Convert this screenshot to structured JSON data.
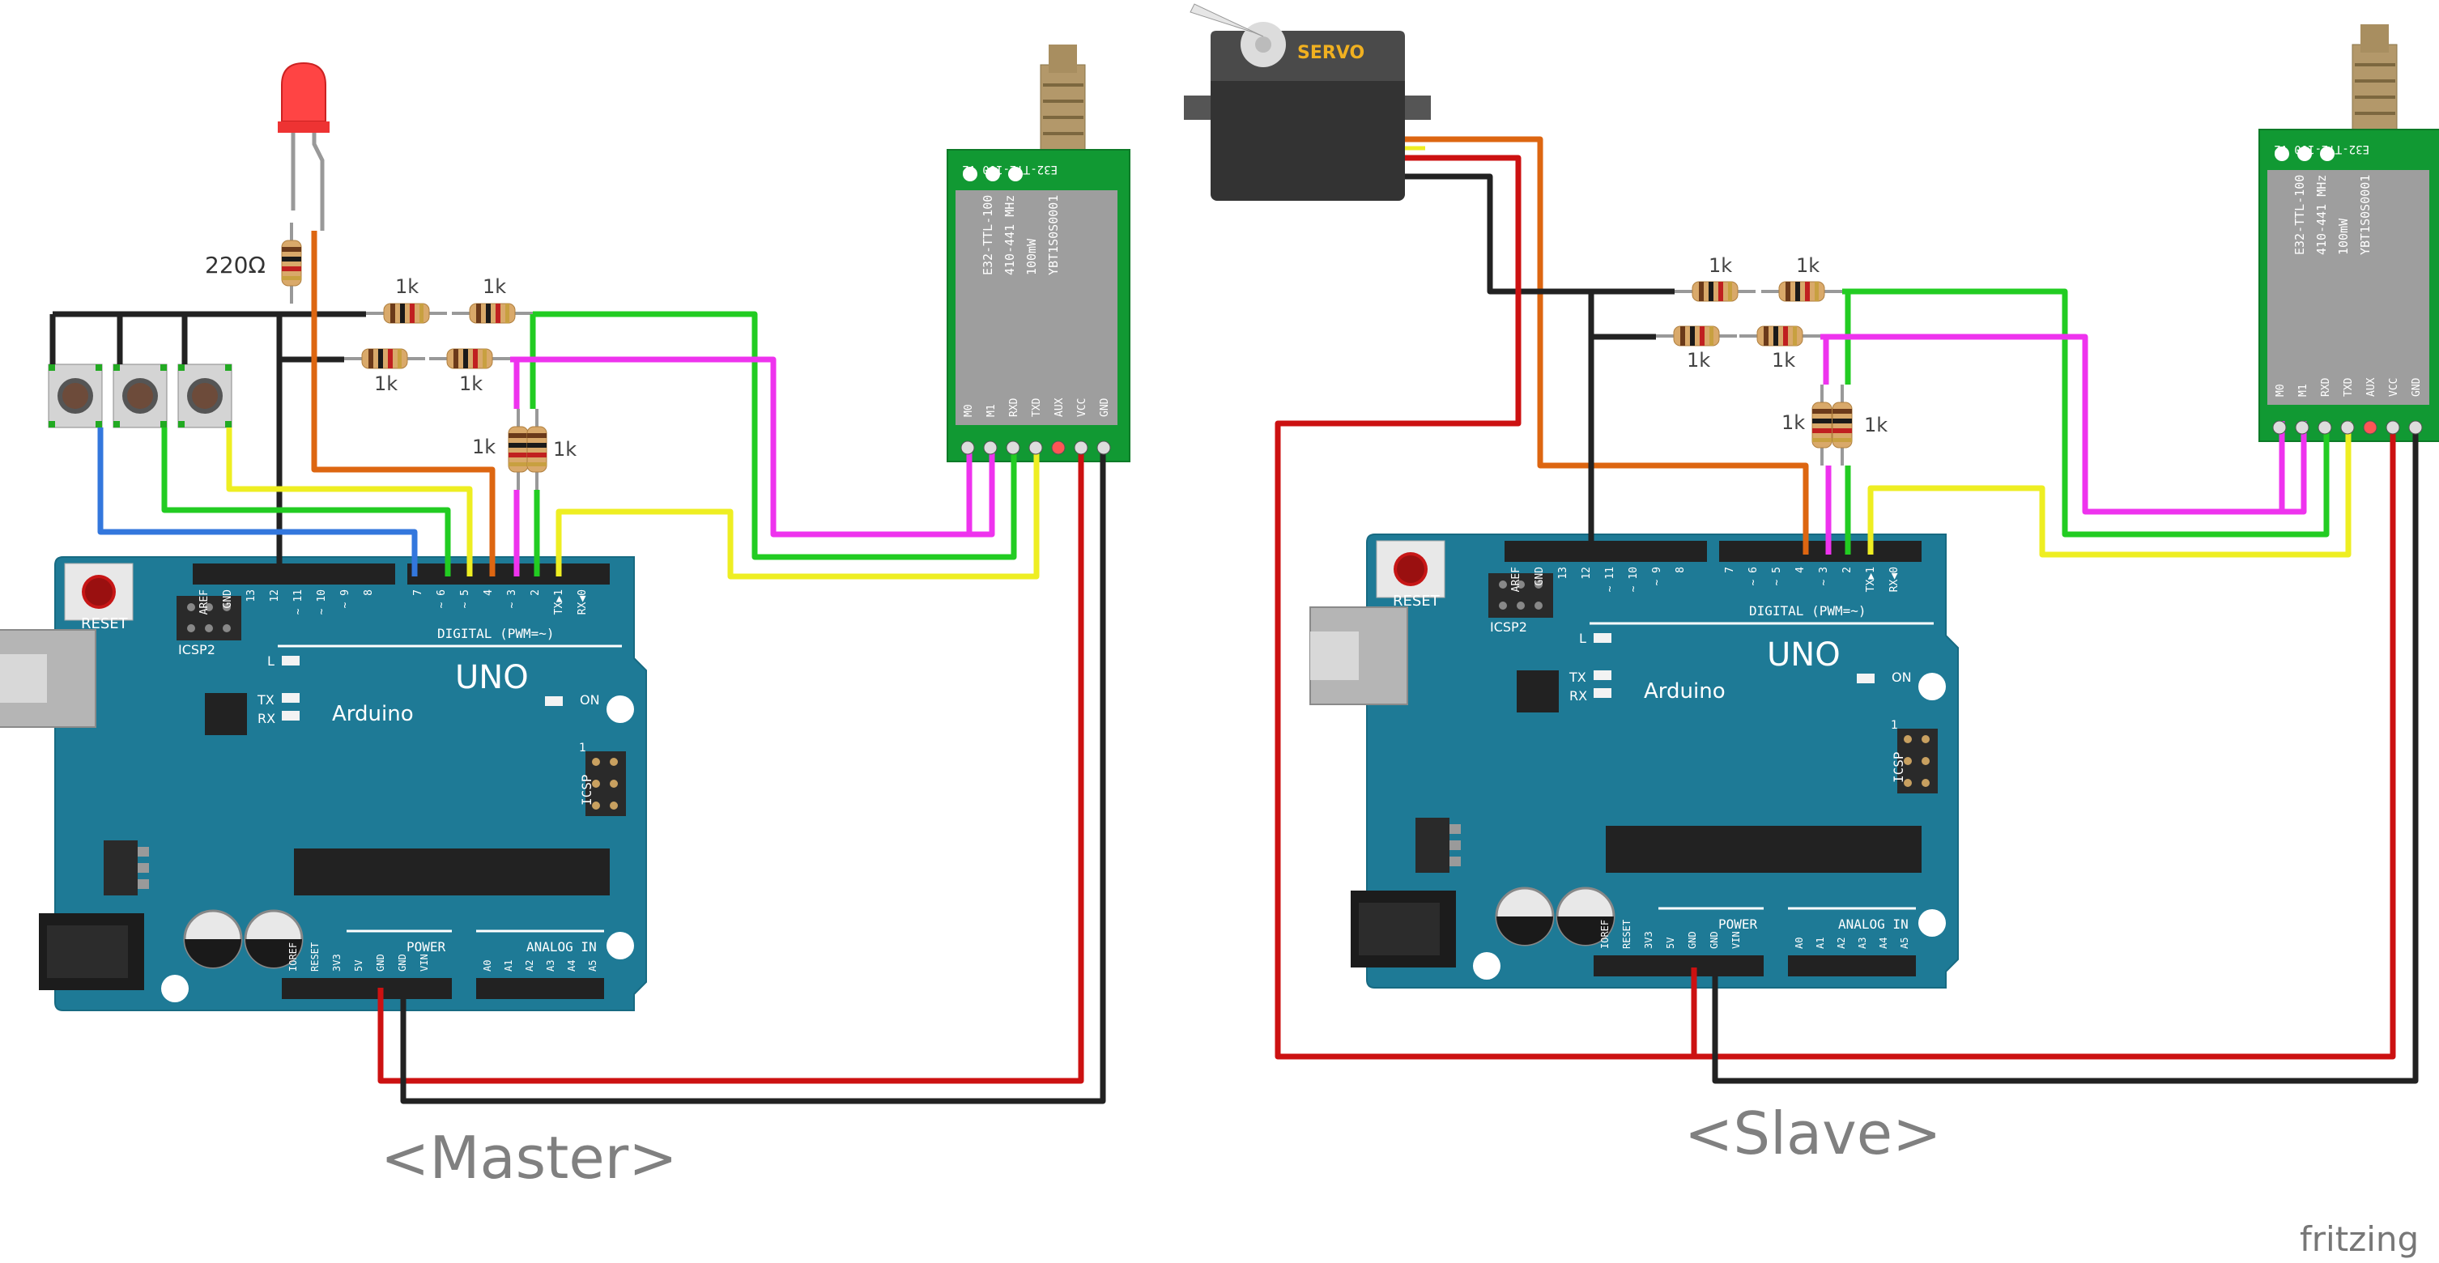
{
  "labels": {
    "master_caption": "<Master>",
    "slave_caption": "<Slave>",
    "watermark": "fritzing",
    "led_resistor": "220Ω",
    "resistor_value": "1k"
  },
  "arduino": {
    "brand": "Arduino",
    "model": "UNO",
    "reset_label": "RESET",
    "icsp2_label": "ICSP2",
    "icsp_label": "ICSP",
    "digital_label": "DIGITAL (PWM=~)",
    "power_label": "POWER",
    "analog_label": "ANALOG IN",
    "on_label": "ON",
    "l_label": "L",
    "tx_label": "TX",
    "rx_label": "RX",
    "icsp_pin1": "1",
    "digital_pins_left": [
      "AREF",
      "GND",
      "13",
      "12",
      "~ 11",
      "~ 10",
      "~ 9",
      "8"
    ],
    "digital_pins_right": [
      "7",
      "~ 6",
      "~ 5",
      "4",
      "~ 3",
      "2",
      "TX▶1",
      "RX◀0"
    ],
    "power_pins": [
      "IOREF",
      "RESET",
      "3V3",
      "5V",
      "GND",
      "GND",
      "VIN"
    ],
    "analog_pins": [
      "A0",
      "A1",
      "A2",
      "A3",
      "A4",
      "A5"
    ]
  },
  "e32": {
    "header": "E32-TTL-100 V2",
    "line1": "E32-TTL-100",
    "line2": "410-441 MHz",
    "line3": "100mW",
    "line4": "YBT1S0S0001",
    "pins": [
      "M0",
      "M1",
      "RXD",
      "TXD",
      "AUX",
      "VCC",
      "GND"
    ]
  },
  "servo": {
    "label": "SERVO"
  },
  "colors": {
    "board": "#1e7a96",
    "wire_green": "#22cc22",
    "wire_magenta": "#ee33ee",
    "wire_yellow": "#eeee22",
    "wire_orange": "#dd6611",
    "wire_red": "#cc1111",
    "wire_black": "#222222",
    "wire_blue": "#3377dd",
    "module_green": "#119933"
  }
}
